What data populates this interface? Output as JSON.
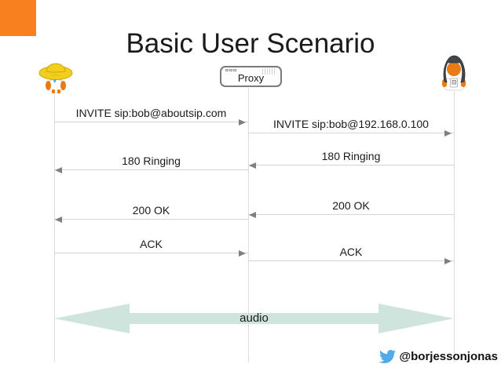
{
  "slide": {
    "title": "Basic User Scenario",
    "handle": "@borjessonjonas"
  },
  "proxy": {
    "label": "Proxy"
  },
  "actors": {
    "left": {
      "role": "caller",
      "hat": "yellow"
    },
    "right": {
      "role": "callee",
      "hair": "black"
    }
  },
  "messages": [
    {
      "label": "INVITE sip:bob@aboutsip.com",
      "from": "caller",
      "to": "proxy",
      "direction": "right"
    },
    {
      "label": "INVITE sip:bob@192.168.0.100",
      "from": "proxy",
      "to": "callee",
      "direction": "right"
    },
    {
      "label": "180 Ringing",
      "from": "callee",
      "to": "proxy",
      "direction": "left"
    },
    {
      "label": "180 Ringing",
      "from": "proxy",
      "to": "caller",
      "direction": "left"
    },
    {
      "label": "200 OK",
      "from": "callee",
      "to": "proxy",
      "direction": "left"
    },
    {
      "label": "200 OK",
      "from": "proxy",
      "to": "caller",
      "direction": "left"
    },
    {
      "label": "ACK",
      "from": "caller",
      "to": "proxy",
      "direction": "right"
    },
    {
      "label": "ACK",
      "from": "proxy",
      "to": "callee",
      "direction": "right"
    }
  ],
  "media": {
    "label": "audio",
    "direction": "both"
  },
  "colors": {
    "accent-orange": "#F6811E",
    "audio-fill": "#CFE4DC",
    "arrow-gray": "#7F7F7F",
    "line-gray": "#D4D4D4",
    "lifeline-gray": "#DDDDDD",
    "twitter-blue": "#4FACE9"
  }
}
